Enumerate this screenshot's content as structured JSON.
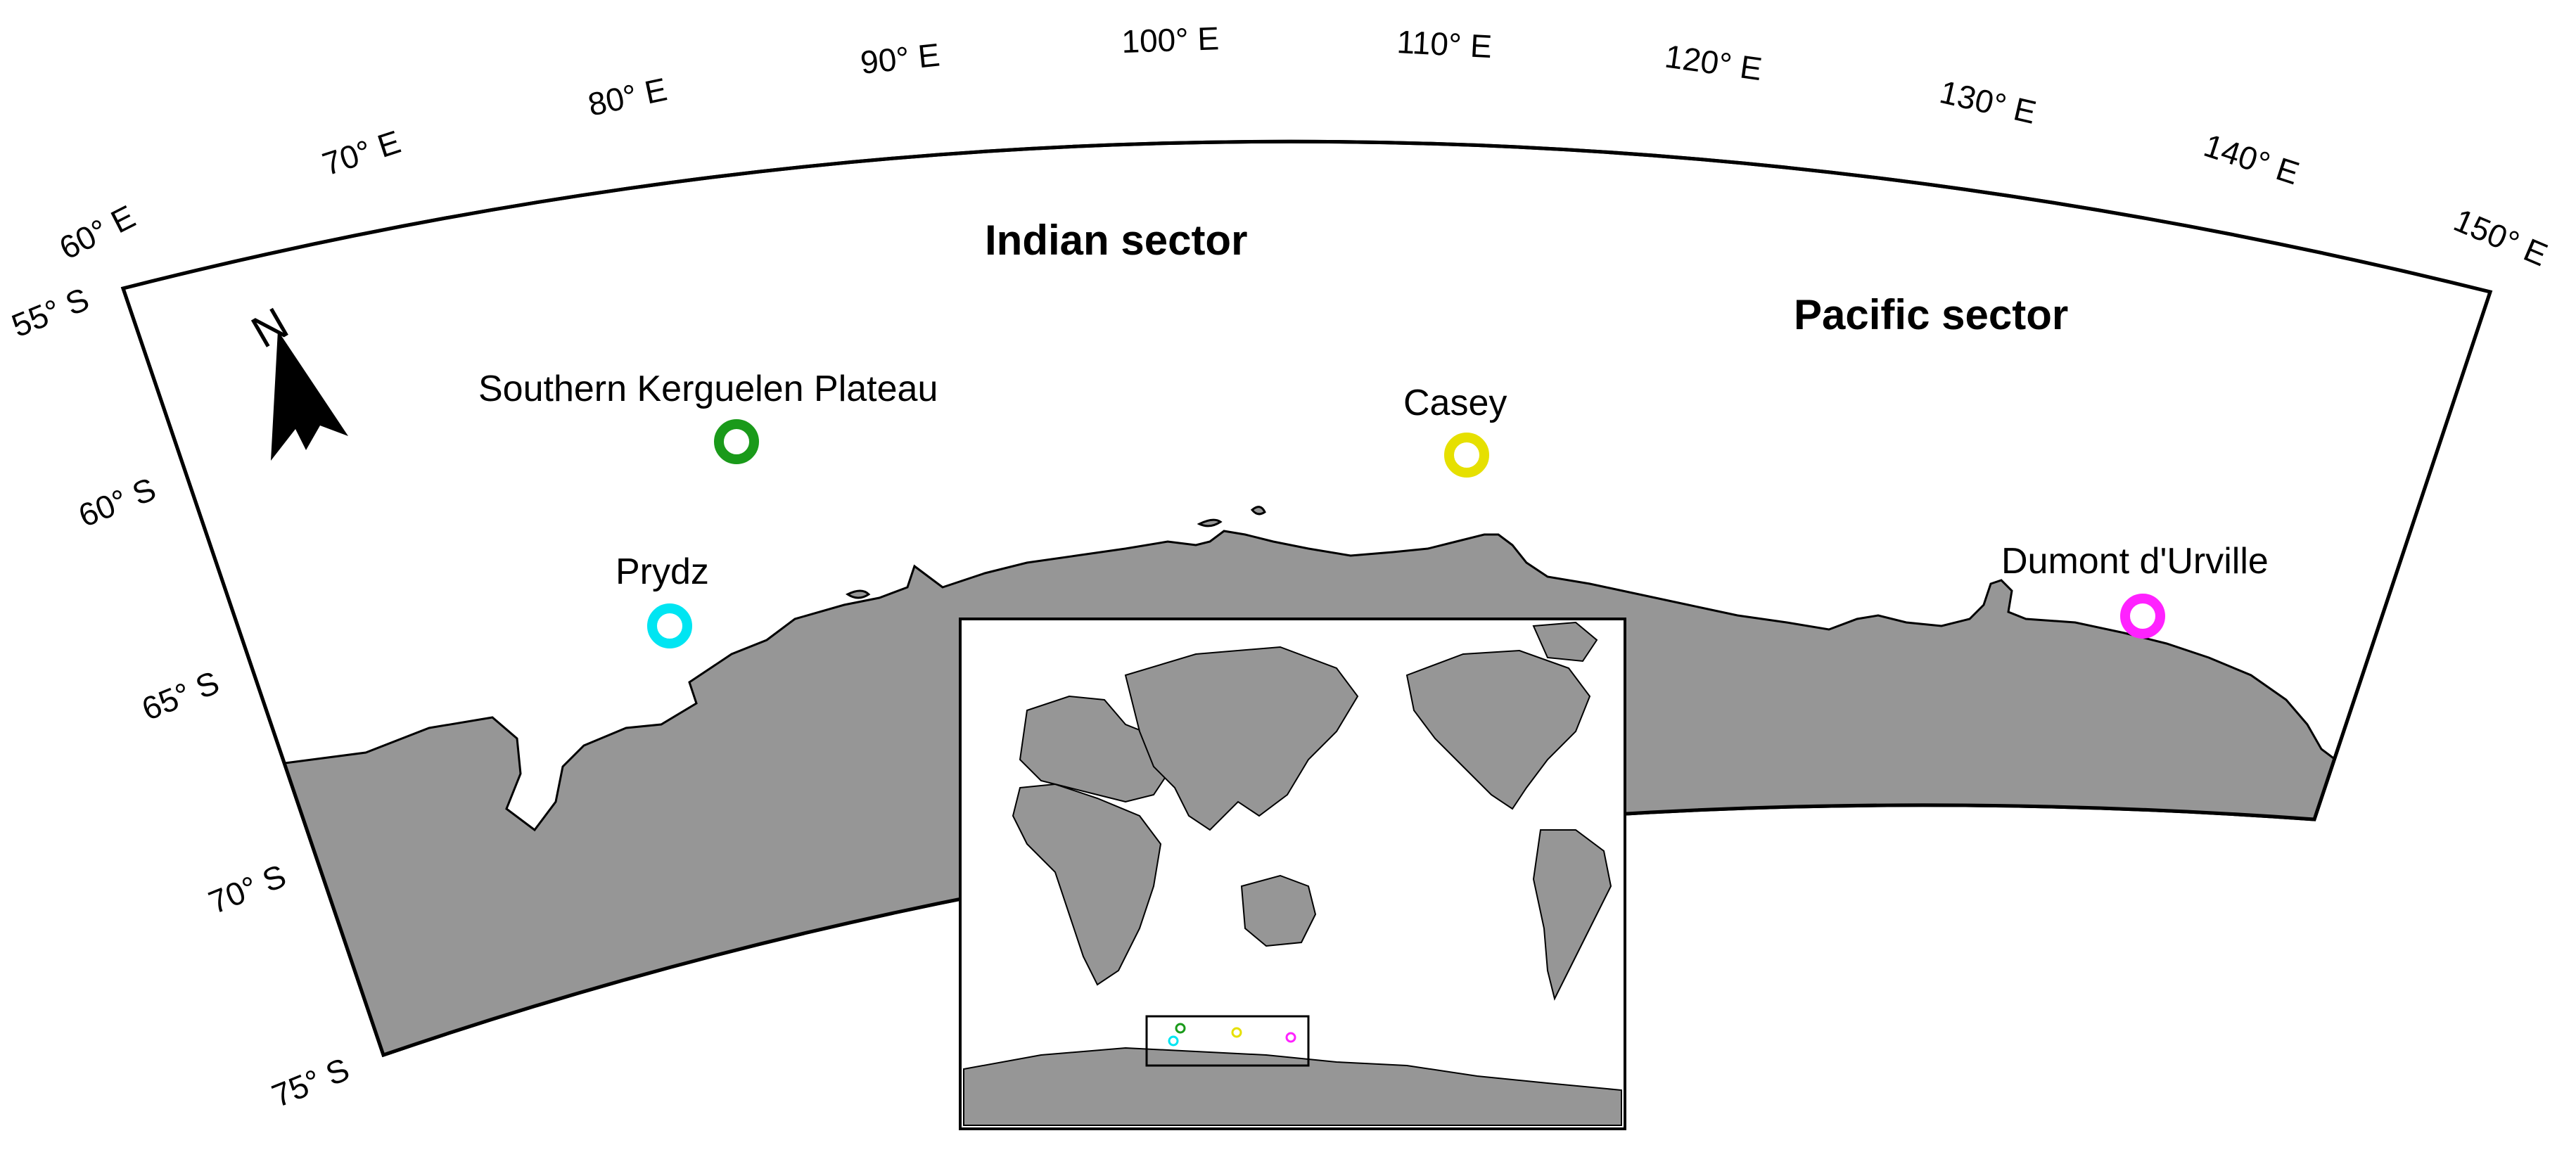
{
  "map": {
    "longitude_labels": [
      "60° E",
      "70° E",
      "80° E",
      "90° E",
      "100° E",
      "110° E",
      "120° E",
      "130° E",
      "140° E",
      "150° E"
    ],
    "latitude_labels": [
      "55° S",
      "60° S",
      "65° S",
      "70° S",
      "75° S"
    ],
    "sectors": [
      {
        "label": "Indian sector"
      },
      {
        "label": "Pacific sector"
      }
    ],
    "sites": [
      {
        "label": "Southern Kerguelen Plateau",
        "color": "#1a9a1a"
      },
      {
        "label": "Casey",
        "color": "#e6e000"
      },
      {
        "label": "Prydz",
        "color": "#00e5f2"
      },
      {
        "label": "Dumont d'Urville",
        "color": "#ff22ff"
      }
    ],
    "north_arrow": {
      "label": "N"
    },
    "colors": {
      "land": "#969696",
      "frame": "#000000",
      "ocean": "#ffffff"
    },
    "inset": {
      "description_icon": "world-map-inset"
    }
  }
}
